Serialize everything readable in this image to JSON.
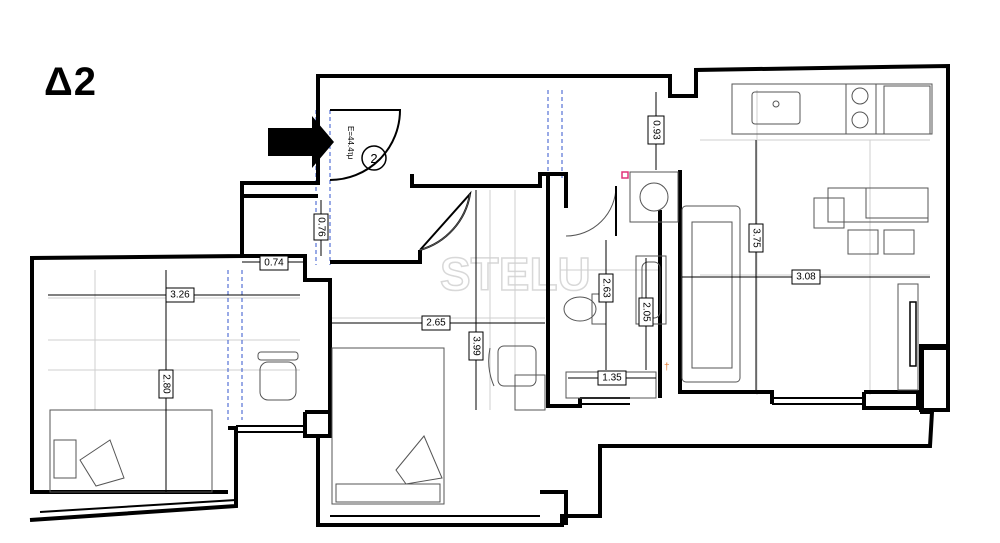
{
  "plan": {
    "title": "Δ2",
    "entrance_number": "2",
    "entrance_code": "E=44.4τμ"
  },
  "dimensions": [
    {
      "label": "0.93",
      "orient": "v"
    },
    {
      "label": "0.76",
      "orient": "v"
    },
    {
      "label": "0.74",
      "orient": "h"
    },
    {
      "label": "3.26",
      "orient": "h"
    },
    {
      "label": "2.80",
      "orient": "v"
    },
    {
      "label": "2.65",
      "orient": "h"
    },
    {
      "label": "3.99",
      "orient": "v"
    },
    {
      "label": "2.63",
      "orient": "v"
    },
    {
      "label": "2.05",
      "orient": "v"
    },
    {
      "label": "1.35",
      "orient": "h"
    },
    {
      "label": "3.75",
      "orient": "v"
    },
    {
      "label": "3.08",
      "orient": "h"
    }
  ],
  "colors": {
    "wall": "#000000",
    "guide": "#3355cc",
    "marker": "#e0357a"
  },
  "icons": [
    "entrance-arrow-icon",
    "door-swing-icon",
    "bed-icon",
    "chair-icon",
    "sofa-icon",
    "sink-icon",
    "stove-icon",
    "toilet-icon",
    "washer-icon"
  ]
}
